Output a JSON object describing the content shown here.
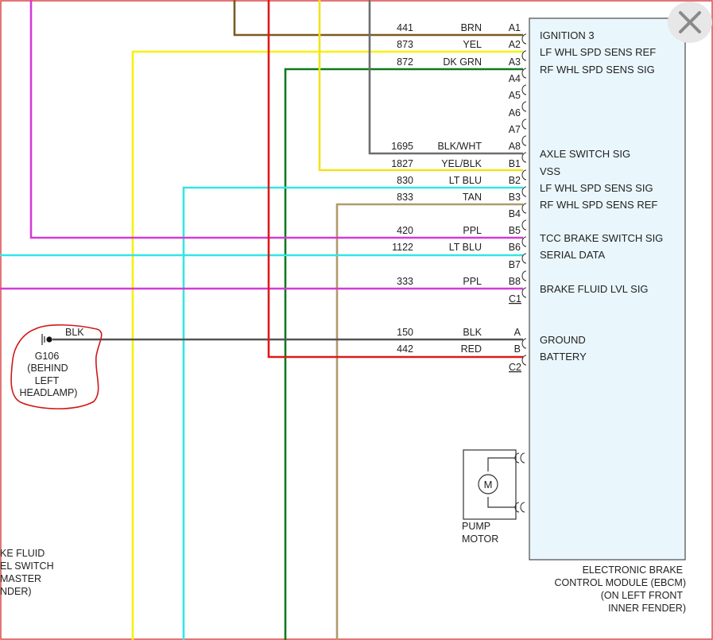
{
  "colors": {
    "BRN": "#7a5a1e",
    "YEL": "#f7f10a",
    "DK GRN": "#0c7a1f",
    "BLK/WHT": "#6e6e6e",
    "YEL/BLK": "#f2e21a",
    "LT BLU": "#33e6e6",
    "TAN": "#b09a6c",
    "PPL": "#d43bd4",
    "BLK": "#555555",
    "RED": "#dd1a1a",
    "frame": "#d94a4a",
    "module_fill": "#e9f6fc",
    "circle": "#d01818"
  },
  "pins": [
    {
      "pin": "A1",
      "circuit": "441",
      "color": "BRN",
      "function": "IGNITION 3"
    },
    {
      "pin": "A2",
      "circuit": "873",
      "color": "YEL",
      "function": "LF WHL SPD SENS REF"
    },
    {
      "pin": "A3",
      "circuit": "872",
      "color": "DK GRN",
      "function": "RF WHL SPD SENS SIG"
    },
    {
      "pin": "A4",
      "circuit": "",
      "color": "",
      "function": ""
    },
    {
      "pin": "A5",
      "circuit": "",
      "color": "",
      "function": ""
    },
    {
      "pin": "A6",
      "circuit": "",
      "color": "",
      "function": ""
    },
    {
      "pin": "A7",
      "circuit": "",
      "color": "",
      "function": ""
    },
    {
      "pin": "A8",
      "circuit": "1695",
      "color": "BLK/WHT",
      "function": "AXLE SWITCH SIG"
    },
    {
      "pin": "B1",
      "circuit": "1827",
      "color": "YEL/BLK",
      "function": "VSS"
    },
    {
      "pin": "B2",
      "circuit": "830",
      "color": "LT BLU",
      "function": "LF WHL SPD SENS SIG"
    },
    {
      "pin": "B3",
      "circuit": "833",
      "color": "TAN",
      "function": "RF WHL SPD SENS REF"
    },
    {
      "pin": "B4",
      "circuit": "",
      "color": "",
      "function": ""
    },
    {
      "pin": "B5",
      "circuit": "420",
      "color": "PPL",
      "function": "TCC BRAKE SWITCH SIG"
    },
    {
      "pin": "B6",
      "circuit": "1122",
      "color": "LT BLU",
      "function": "SERIAL DATA"
    },
    {
      "pin": "B7",
      "circuit": "",
      "color": "",
      "function": ""
    },
    {
      "pin": "B8",
      "circuit": "333",
      "color": "PPL",
      "function": "BRAKE FLUID LVL SIG"
    }
  ],
  "connector1": "C1",
  "pins2": [
    {
      "pin": "A",
      "circuit": "150",
      "color": "BLK",
      "function": "GROUND"
    },
    {
      "pin": "B",
      "circuit": "442",
      "color": "RED",
      "function": "BATTERY"
    }
  ],
  "connector2": "C2",
  "ground": {
    "wire_color": "BLK",
    "lines": [
      "G106",
      "(BEHIND",
      "LEFT",
      "HEADLAMP)"
    ]
  },
  "motor": {
    "symbol": "M",
    "lines": [
      "PUMP",
      "MOTOR"
    ]
  },
  "module_caption": [
    "ELECTRONIC BRAKE",
    "CONTROL MODULE (EBCM)",
    "(ON LEFT FRONT",
    "INNER FENDER)"
  ],
  "partial_label": [
    "KE FLUID",
    "EL SWITCH",
    "MASTER",
    "NDER)"
  ]
}
